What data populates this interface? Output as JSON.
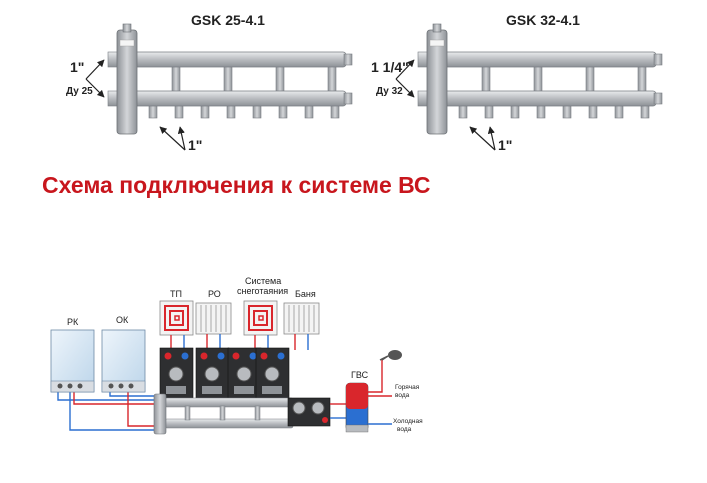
{
  "manifolds": [
    {
      "model": "GSK 25-4.1",
      "inlet_size": "1\"",
      "inlet_dn": "Ду 25",
      "outlet_size": "1\""
    },
    {
      "model": "GSK 32-4.1",
      "inlet_size": "1 1/4\"",
      "inlet_dn": "Ду 32",
      "outlet_size": "1\""
    }
  ],
  "section_title": "Схема подключения к системе ВС",
  "scheme": {
    "boilers": [
      "РК",
      "ОК"
    ],
    "circuits": [
      "ТП",
      "РО",
      "Система снеготаяния",
      "Баня"
    ],
    "circuit_snow_line1": "Система",
    "circuit_snow_line2": "снеготаяния",
    "dhw_tank": "ГВС",
    "hot_water_line1": "Горячая",
    "hot_water_line2": "вода",
    "cold_water_line1": "Холодная",
    "cold_water_line2": "вода"
  },
  "colors": {
    "title_red": "#c8161d",
    "pipe_gray": "#b9bcc0",
    "supply": "#d9262c",
    "return": "#2b6fd1"
  }
}
